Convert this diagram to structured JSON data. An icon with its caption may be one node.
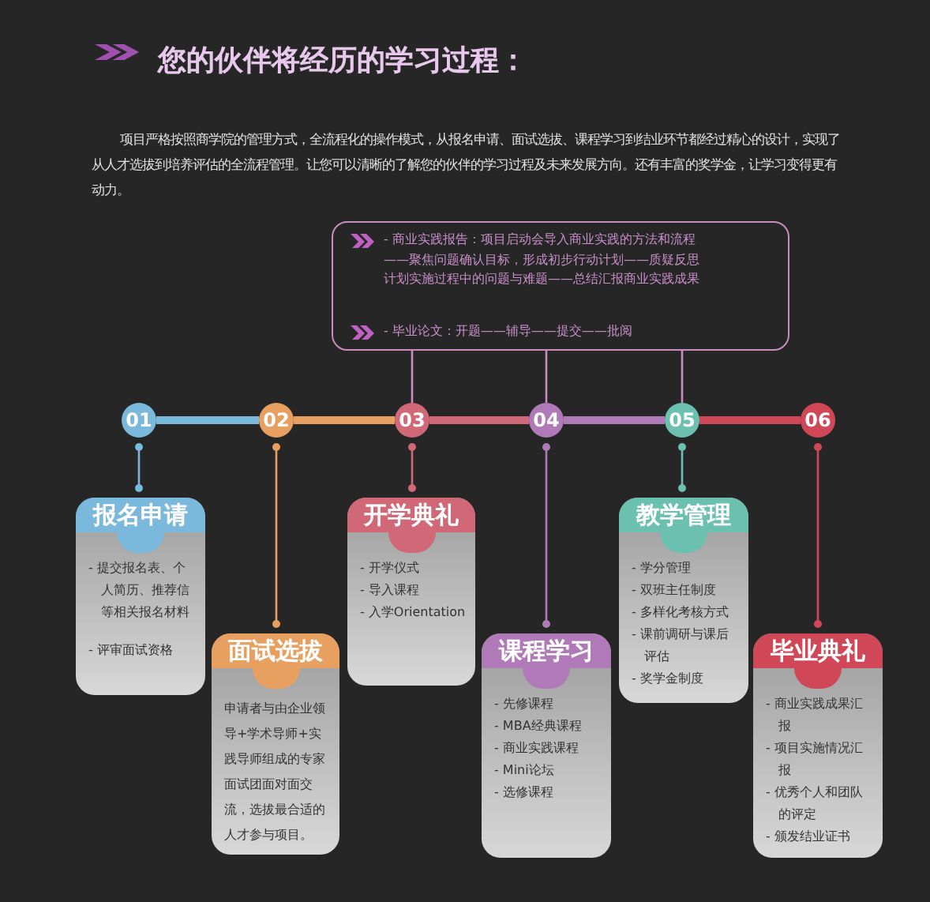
{
  "diagram": {
    "title": "您的伙伴将经历的学习过程：",
    "nodes": [
      {
        "text": [
          "- 商业实践报告：项目启动会导入商业实践的方法和流程——聚焦问题确认目标，形成初步行动计划——质疑反思计划实施过程中的问题与难题——总结汇报商业实践成果",
          "- 毕业论文：开题——辅导——提交——批阅"
        ]
      },
      {
        "text": [
          "01"
        ]
      },
      {
        "text": [
          "02"
        ]
      },
      {
        "text": [
          "03"
        ]
      },
      {
        "text": [
          "04"
        ]
      },
      {
        "text": [
          "05"
        ]
      },
      {
        "text": [
          "06"
        ]
      },
      {
        "text": [
          "报名申请",
          "- 提交报名表、个人简历、推荐信等相关报名材料",
          "- 评审面试资格"
        ]
      },
      {
        "text": [
          "面试选拔",
          "申请者与由企业领导+学术导师+实践导师组成的专家面试团面对面交流，选拔最合适的人才参与项目。"
        ]
      },
      {
        "text": [
          "开学典礼",
          "- 开学仪式",
          "- 导入课程",
          "- 入学Orientation"
        ]
      },
      {
        "text": [
          "课程学习",
          "- 先修课程",
          "- MBA经典课程",
          "- 商业实践课程",
          "- Mini论坛",
          "- 选修课程"
        ]
      },
      {
        "text": [
          "教学管理",
          "- 学分管理",
          "- 双班主任制度",
          "- 多样化考核方式",
          "- 课前调研与课后评估",
          "- 奖学金制度"
        ]
      },
      {
        "text": [
          "毕业典礼",
          "- 商业实践成果汇报",
          "- 项目实施情况汇报",
          "- 优秀个人和团队的评定",
          "- 颁发结业证书"
        ]
      }
    ],
    "edges": [
      {
        "from": 1,
        "to": 2,
        "arrow": "none",
        "style": "thick",
        "color": "#7ab8dc"
      },
      {
        "from": 2,
        "to": 3,
        "arrow": "none",
        "style": "thick",
        "color": "#e8a060"
      },
      {
        "from": 3,
        "to": 4,
        "arrow": "none",
        "style": "thick",
        "color": "#d06878"
      },
      {
        "from": 4,
        "to": 5,
        "arrow": "none",
        "style": "thick",
        "color": "#b07ab8"
      },
      {
        "from": 5,
        "to": 6,
        "arrow": "none",
        "style": "thick",
        "color": "#d04858"
      },
      {
        "from": 0,
        "to": 3,
        "arrow": "none",
        "color": "#c88cc0"
      },
      {
        "from": 0,
        "to": 4,
        "arrow": "none",
        "color": "#c88cc0"
      },
      {
        "from": 0,
        "to": 5,
        "arrow": "none",
        "color": "#c88cc0"
      },
      {
        "from": 1,
        "to": 7,
        "arrow": "other",
        "color": "#7ab8dc"
      },
      {
        "from": 2,
        "to": 8,
        "arrow": "other",
        "color": "#e8a060"
      },
      {
        "from": 3,
        "to": 9,
        "arrow": "other",
        "color": "#d06878"
      },
      {
        "from": 4,
        "to": 10,
        "arrow": "other",
        "color": "#b07ab8"
      },
      {
        "from": 5,
        "to": 11,
        "arrow": "other",
        "color": "#6cc0b0"
      },
      {
        "from": 6,
        "to": 12,
        "arrow": "other",
        "color": "#d04858"
      }
    ],
    "labels": [
      "项目严格按照商学院的管理方式，全流程化的操作模式，从报名申请、面试选拔、课程学习到结业环节都经过精心的设计，实现了从人才选拔到培养评估的全流程管理。让您可以清晰的了解您的伙伴的学习过程及未来发展方向。还有丰富的奖学金，让学习变得更有动力。"
    ]
  }
}
